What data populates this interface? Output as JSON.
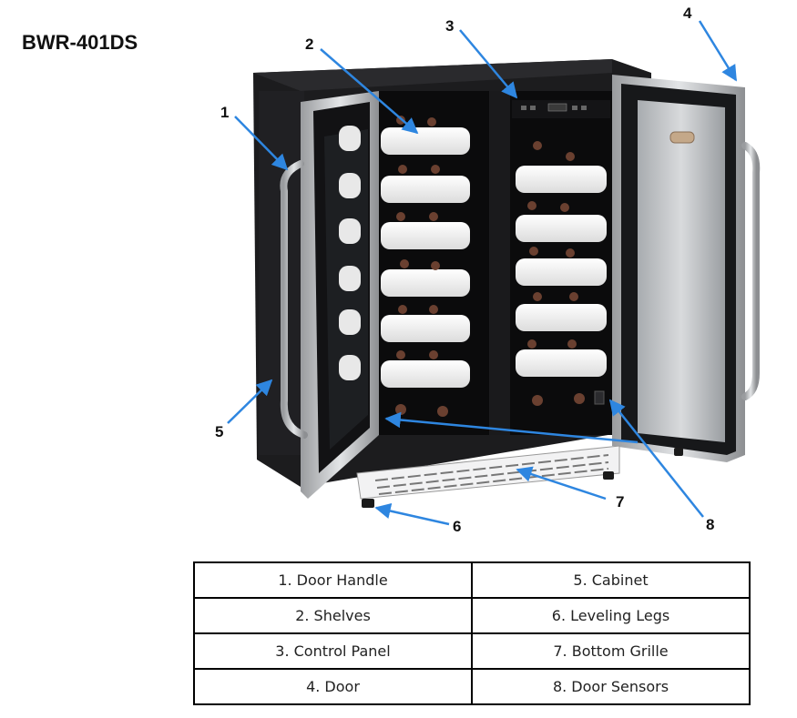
{
  "title": "BWR-401DS",
  "callouts": [
    "1",
    "2",
    "3",
    "4",
    "5",
    "6",
    "7",
    "8"
  ],
  "parts_table": {
    "rows": [
      [
        "1. Door Handle",
        "5. Cabinet"
      ],
      [
        "2. Shelves",
        "6. Leveling Legs"
      ],
      [
        "3. Control Panel",
        "7. Bottom Grille"
      ],
      [
        "4. Door",
        "8. Door Sensors"
      ]
    ]
  },
  "colors": {
    "arrow": "#2e86e0",
    "cabinet": "#1b1b1d",
    "steel": "#c9cbcd",
    "shelf": "#f4f4f4"
  }
}
